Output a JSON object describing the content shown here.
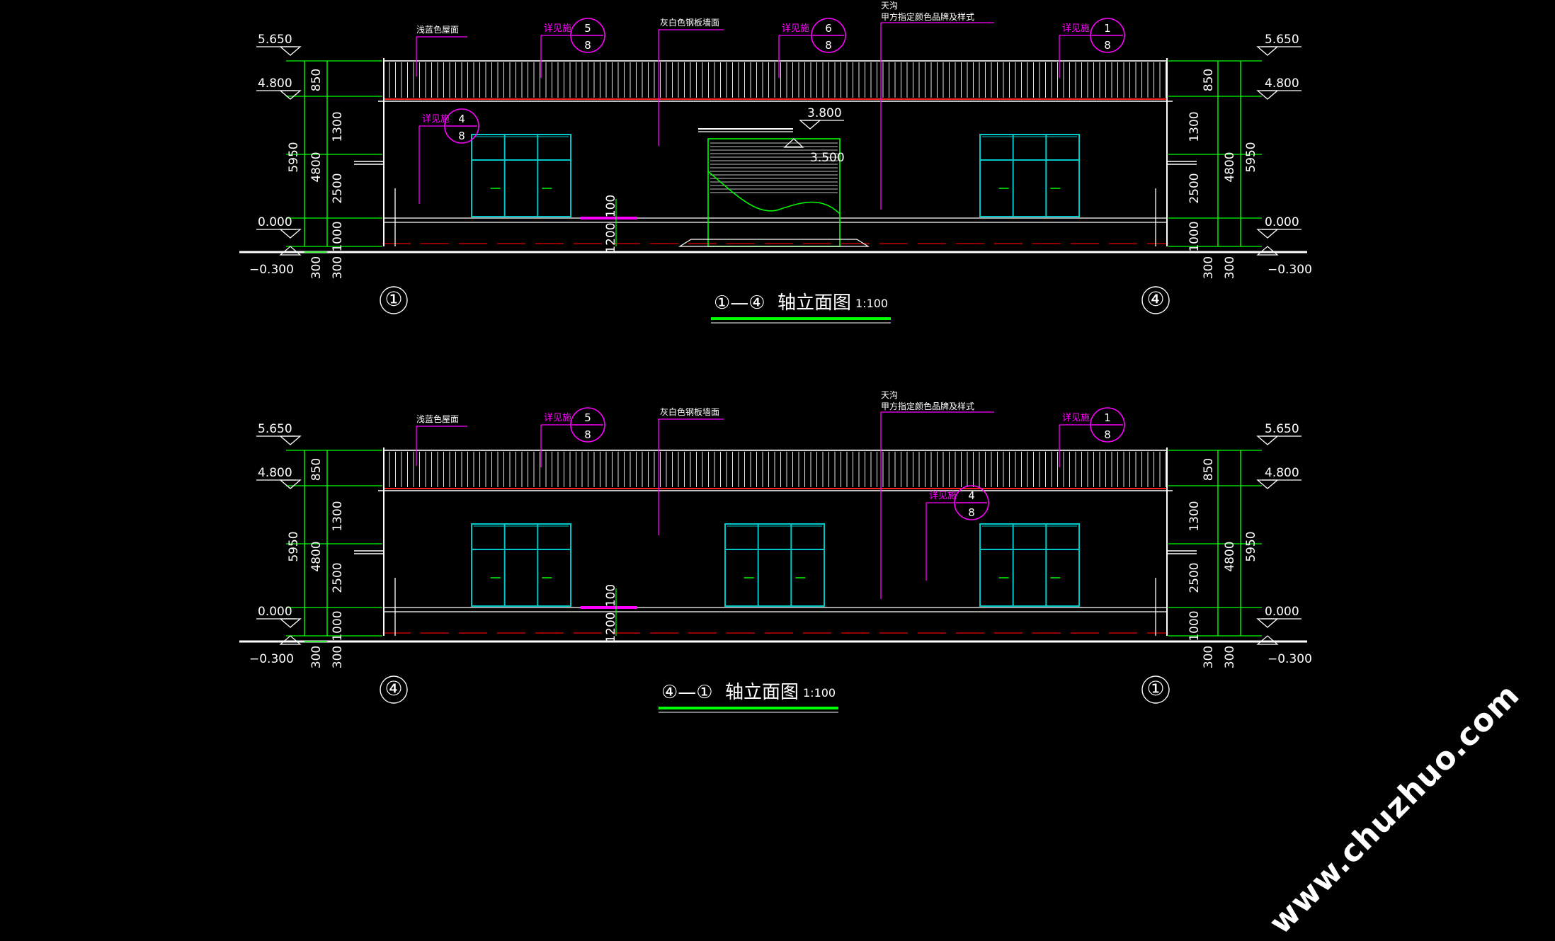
{
  "colors": {
    "background": "#000000",
    "outline": "#ffffff",
    "dimension": "#00ff00",
    "annotation": "#ff00ff",
    "window": "#00c8c8",
    "roof_line": "#ff2020",
    "ground_dash": "#c00000"
  },
  "elevations": [
    {
      "title_prefix": "①—④",
      "title_suffix": "轴立面图",
      "scale": "1:100",
      "axis_left": "①",
      "axis_right": "④",
      "level_roof": "5.650",
      "level_eave": "4.800",
      "level_ground": "0.000",
      "level_base": "−0.300",
      "level_canopy": "3.800",
      "level_door": "3.500",
      "dims_outer_total": "5950",
      "dims_inner": [
        "850",
        "1300",
        "4800",
        "2500",
        "1000"
      ],
      "dims_base": [
        "300",
        "300"
      ],
      "door_dims": [
        "100",
        "1200"
      ],
      "labels": {
        "roof_material": "浅蓝色屋面",
        "wall_material": "灰白色钢板墙面",
        "gutter_title": "天沟",
        "gutter_note": "甲方指定颜色品牌及样式",
        "detail_word": "详见施"
      },
      "callouts": [
        {
          "num": "5",
          "den": "8"
        },
        {
          "num": "6",
          "den": "8"
        },
        {
          "num": "1",
          "den": "8"
        },
        {
          "num": "4",
          "den": "8"
        }
      ]
    },
    {
      "title_prefix": "④—①",
      "title_suffix": "轴立面图",
      "scale": "1:100",
      "axis_left": "④",
      "axis_right": "①",
      "level_roof": "5.650",
      "level_eave": "4.800",
      "level_ground": "0.000",
      "level_base": "−0.300",
      "dims_outer_total": "5950",
      "dims_inner": [
        "850",
        "1300",
        "4800",
        "2500",
        "1000"
      ],
      "dims_base": [
        "300",
        "300"
      ],
      "door_dims": [
        "100",
        "1200"
      ],
      "labels": {
        "roof_material": "浅蓝色屋面",
        "wall_material": "灰白色钢板墙面",
        "gutter_title": "天沟",
        "gutter_note": "甲方指定颜色品牌及样式",
        "detail_word": "详见施"
      },
      "callouts": [
        {
          "num": "5",
          "den": "8"
        },
        {
          "num": "1",
          "den": "8"
        },
        {
          "num": "4",
          "den": "8"
        }
      ]
    }
  ],
  "watermark": "www.chuzhuo.com"
}
